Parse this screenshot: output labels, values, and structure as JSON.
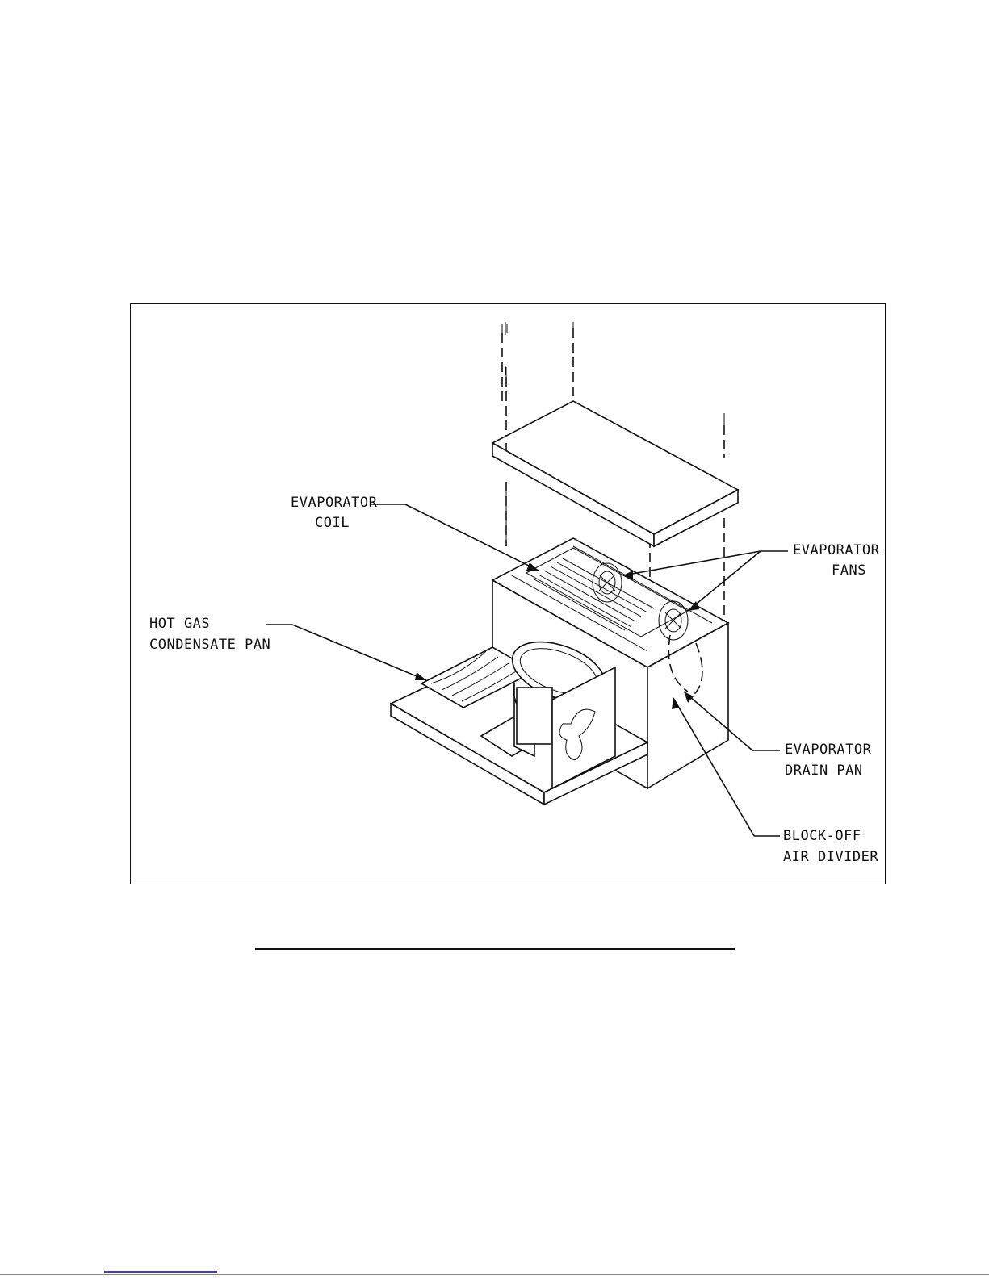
{
  "figure": {
    "labels": {
      "evaporator_coil": [
        "EVAPORATOR",
        "COIL"
      ],
      "evaporator_fans": [
        "EVAPORATOR",
        "FANS"
      ],
      "hot_gas_condensate_pan": [
        "HOT GAS",
        "CONDENSATE PAN"
      ],
      "evaporator_drain_pan": [
        "EVAPORATOR",
        "DRAIN PAN"
      ],
      "block_off_air_divider": [
        "BLOCK-OFF",
        "AIR DIVIDER"
      ]
    }
  }
}
